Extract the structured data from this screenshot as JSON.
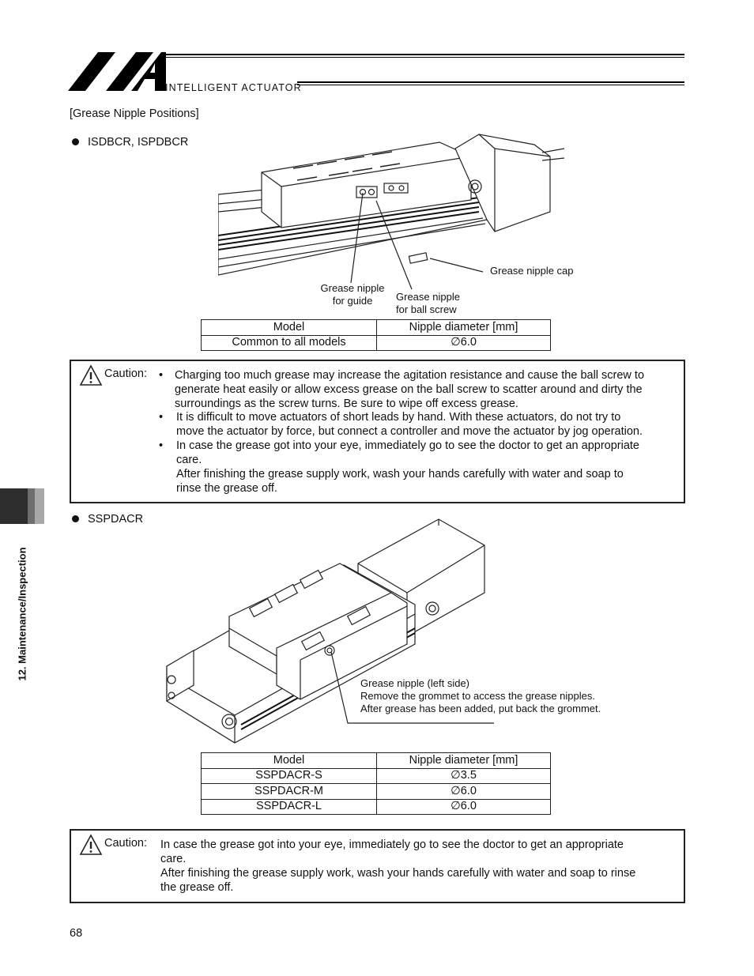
{
  "header": {
    "brand": "INTELLIGENT ACTUATOR"
  },
  "section_heading": "[Grease Nipple Positions]",
  "section1": {
    "model_heading": "ISDBCR, ISPDBCR",
    "callouts": {
      "grease_nipple_cap": "Grease nipple cap",
      "guide": [
        "Grease nipple",
        "for guide"
      ],
      "ball_screw": [
        "Grease nipple",
        "for ball screw"
      ]
    },
    "table": {
      "headers": [
        "Model",
        "Nipple diameter [mm]"
      ],
      "rows": [
        [
          "Common to all models",
          "∅6.0"
        ]
      ]
    }
  },
  "caution1": {
    "label": "Caution:",
    "items": [
      [
        "Charging too much grease may increase the agitation resistance and cause the ball screw to",
        "generate heat easily or allow excess grease on the ball screw to scatter around and dirty the",
        "surroundings as the screw turns. Be sure to wipe off excess grease."
      ],
      [
        "It is difficult to move actuators of short leads by hand. With these actuators, do not try to",
        "move the actuator by force, but connect a controller and move the actuator by jog operation."
      ],
      [
        "In case the grease got into your eye, immediately go to see the doctor to get an appropriate",
        "care.",
        "After finishing the grease supply work, wash your hands carefully with water and soap to",
        "rinse the grease off."
      ]
    ]
  },
  "section2": {
    "model_heading": "SSPDACR",
    "callout": [
      "Grease nipple (left side)",
      "Remove the grommet to access the grease nipples.",
      "After grease has been added, put back the grommet."
    ],
    "table": {
      "headers": [
        "Model",
        "Nipple diameter [mm]"
      ],
      "rows": [
        [
          "SSPDACR-S",
          "∅3.5"
        ],
        [
          "SSPDACR-M",
          "∅6.0"
        ],
        [
          "SSPDACR-L",
          "∅6.0"
        ]
      ]
    }
  },
  "caution2": {
    "label": "Caution:",
    "lines": [
      "In case the grease got into your eye, immediately go to see the doctor to get an appropriate",
      "care.",
      "After finishing the grease supply work, wash your hands carefully with water and soap to rinse",
      "the grease off."
    ]
  },
  "side_tab": "12. Maintenance/Inspection",
  "page_number": "68"
}
